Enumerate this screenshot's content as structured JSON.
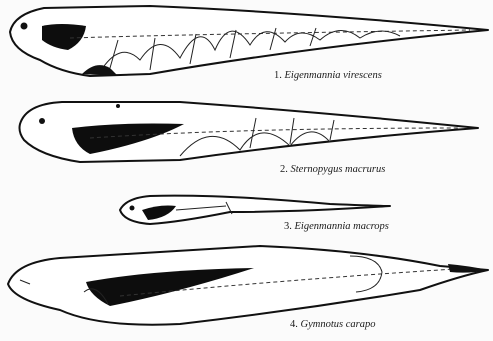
{
  "figure": {
    "specimens": [
      {
        "number": "1.",
        "name": "Eigenmannia virescens"
      },
      {
        "number": "2.",
        "name": "Sternopygus macrurus"
      },
      {
        "number": "3.",
        "name": "Eigenmannia macrops"
      },
      {
        "number": "4.",
        "name": "Gymnotus carapo"
      }
    ]
  }
}
